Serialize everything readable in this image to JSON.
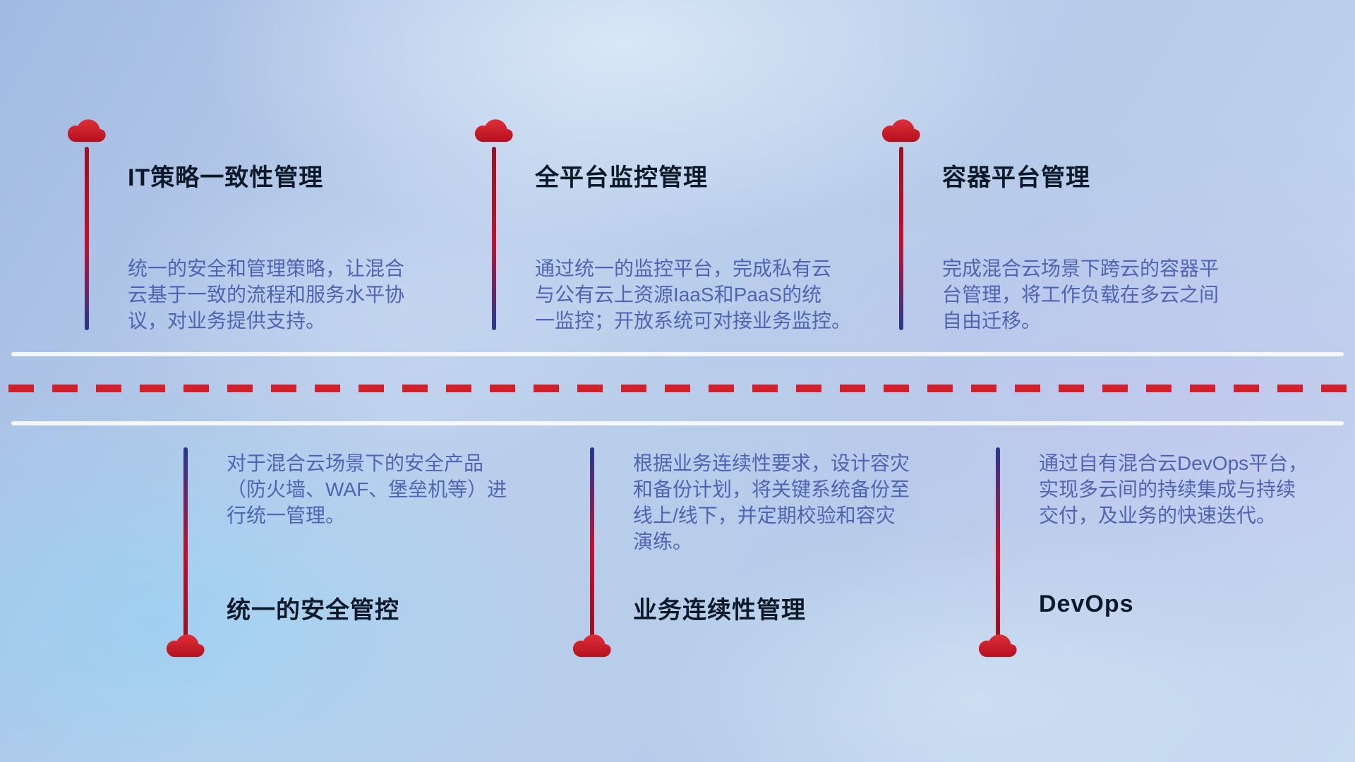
{
  "infographic": {
    "top_items": [
      {
        "title": "IT策略一致性管理",
        "description": "统一的安全和管理策略，让混合\n云基于一致的流程和服务水平协\n议，对业务提供支持。"
      },
      {
        "title": "全平台监控管理",
        "description": "通过统一的监控平台，完成私有云\n与公有云上资源IaaS和PaaS的统\n一监控；开放系统可对接业务监控。"
      },
      {
        "title": "容器平台管理",
        "description": "完成混合云场景下跨云的容器平\n台管理，将工作负载在多云之间\n自由迁移。"
      }
    ],
    "bottom_items": [
      {
        "title": "统一的安全管控",
        "description": "对于混合云场景下的安全产品\n（防火墙、WAF、堡垒机等）进\n行统一管理。"
      },
      {
        "title": "业务连续性管理",
        "description": "根据业务连续性要求，设计容灾\n和备份计划，将关键系统备份至\n线上/线下，并定期校验和容灾\n演练。"
      },
      {
        "title": "DevOps",
        "description": "通过自有混合云DevOps平台，\n实现多云间的持续集成与持续\n交付，及业务的快速迭代。"
      }
    ]
  },
  "icons": {
    "marker": "cloud-icon"
  },
  "colors": {
    "cloud_red": "#d0202c",
    "line_red": "#c30f2e",
    "line_blue": "#24398f",
    "title_color": "#0d1828",
    "description_color": "#5064b4",
    "road_white": "#fafcff",
    "dash_red": "#d0202c"
  }
}
